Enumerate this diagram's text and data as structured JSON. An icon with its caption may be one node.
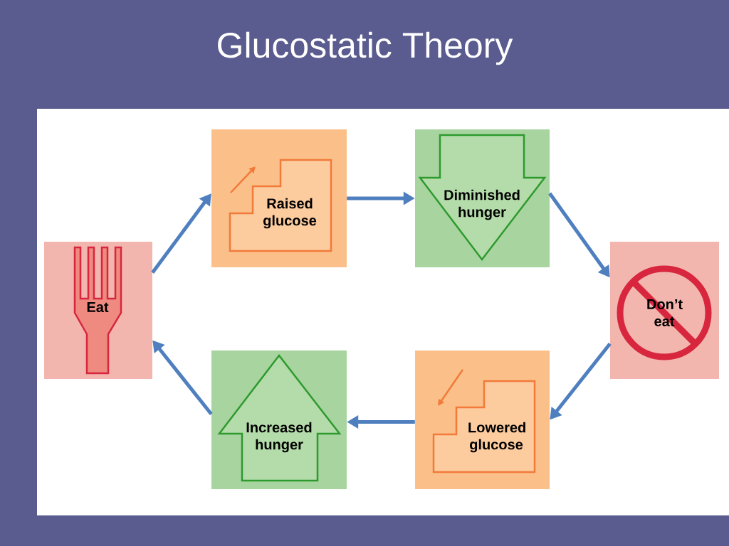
{
  "diagram": {
    "title": "Glucostatic Theory",
    "nodes": [
      {
        "text": [
          "Eat"
        ]
      },
      {
        "text": [
          "Raised glucose"
        ]
      },
      {
        "text": [
          "Diminished hunger"
        ]
      },
      {
        "text": [
          "Don’t eat"
        ]
      },
      {
        "text": [
          "Lowered glucose"
        ]
      },
      {
        "text": [
          "Increased hunger"
        ]
      }
    ],
    "edges": [
      {
        "from": 0,
        "to": 1,
        "arrow": "to"
      },
      {
        "from": 1,
        "to": 2,
        "arrow": "to"
      },
      {
        "from": 2,
        "to": 3,
        "arrow": "to"
      },
      {
        "from": 3,
        "to": 4,
        "arrow": "to"
      },
      {
        "from": 4,
        "to": 5,
        "arrow": "to"
      },
      {
        "from": 5,
        "to": 0,
        "arrow": "to"
      }
    ]
  }
}
